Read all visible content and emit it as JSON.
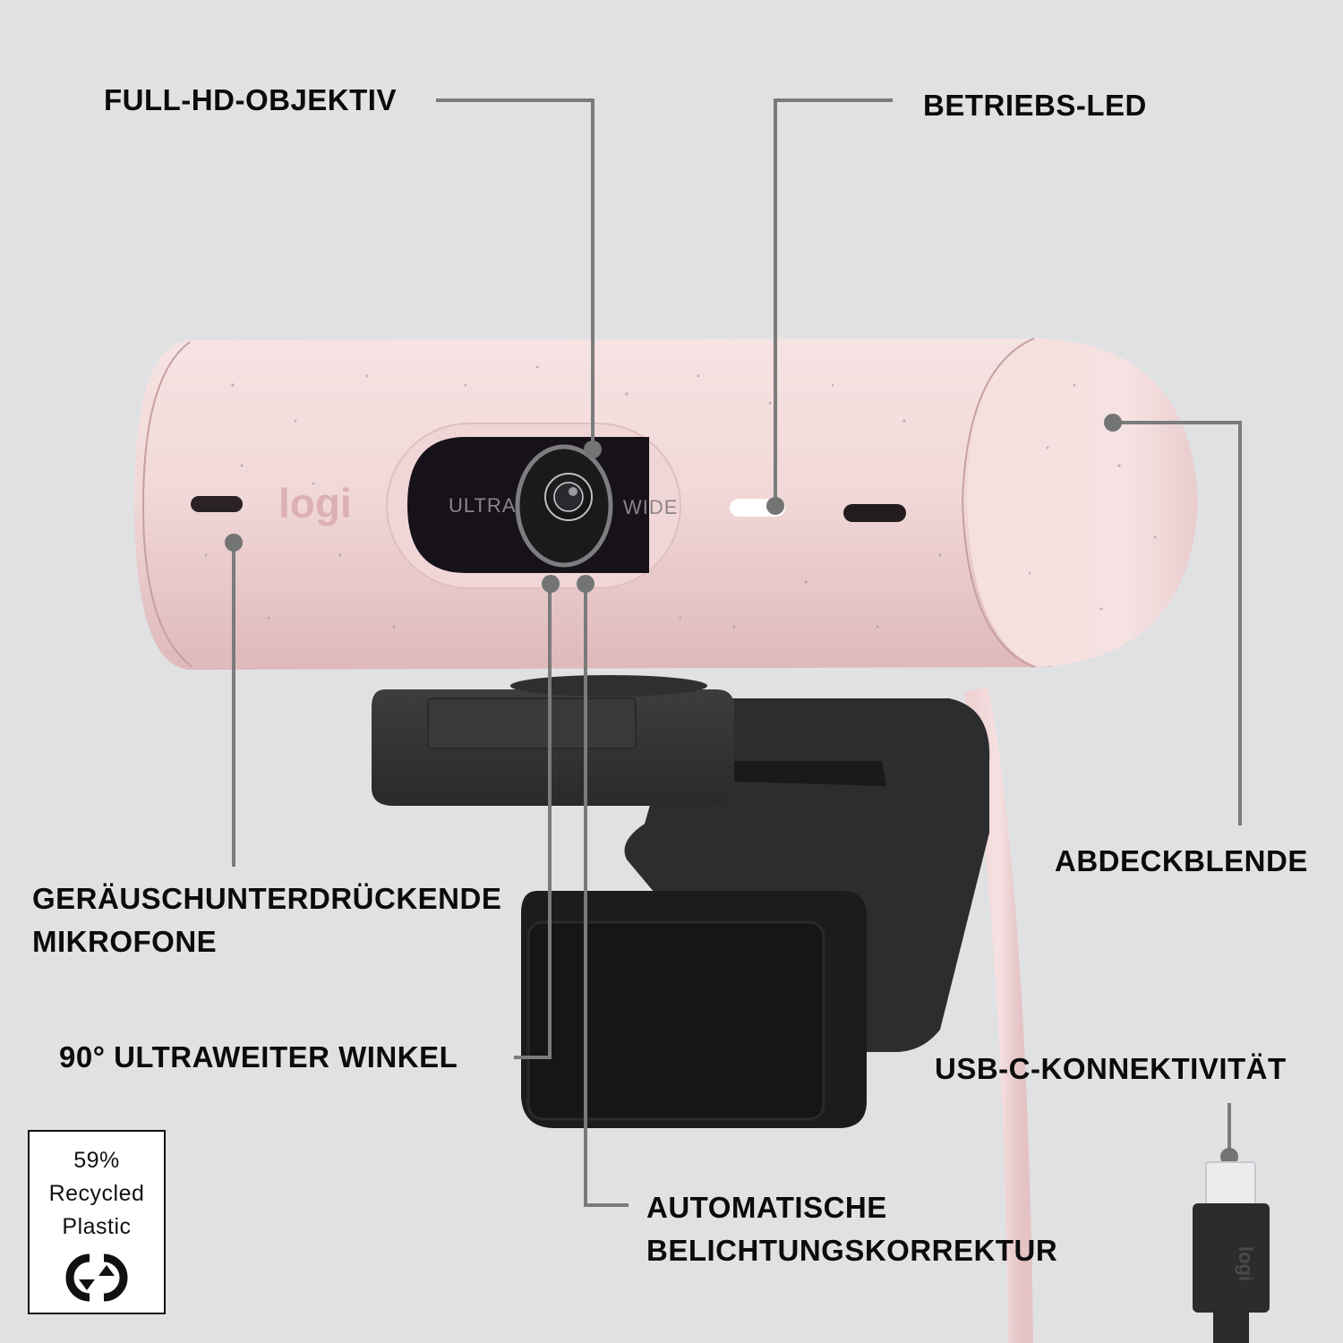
{
  "product": {
    "brand_logo": "logi",
    "lens_text_left": "ULTRA",
    "lens_text_right": "WIDE",
    "cable_logo": "logi",
    "colors": {
      "background": "#e0e1e3",
      "body_pink": "#f1d9da",
      "body_shadow": "#d9b6b7",
      "mount_dark": "#2b2b2d",
      "leader_line": "#7b7b7b",
      "label_text": "#0b0b0b"
    }
  },
  "callouts": [
    {
      "id": "lens",
      "lines": [
        "FULL-HD-OBJEKTIV"
      ]
    },
    {
      "id": "led",
      "lines": [
        "BETRIEBS-LED"
      ]
    },
    {
      "id": "shutter",
      "lines": [
        "ABDECKBLENDE"
      ]
    },
    {
      "id": "mics",
      "lines": [
        "GERÄUSCHUNTERDRÜCKENDE",
        "MIKROFONE"
      ]
    },
    {
      "id": "fov",
      "lines": [
        "90° ULTRAWEITER WINKEL"
      ]
    },
    {
      "id": "usbc",
      "lines": [
        "USB-C-KONNEKTIVITÄT"
      ]
    },
    {
      "id": "exposure",
      "lines": [
        "AUTOMATISCHE",
        "BELICHTUNGSKORREKTUR"
      ]
    }
  ],
  "badge": {
    "lines": [
      "59%",
      "Recycled",
      "Plastic"
    ],
    "icon": "recycle-icon"
  }
}
